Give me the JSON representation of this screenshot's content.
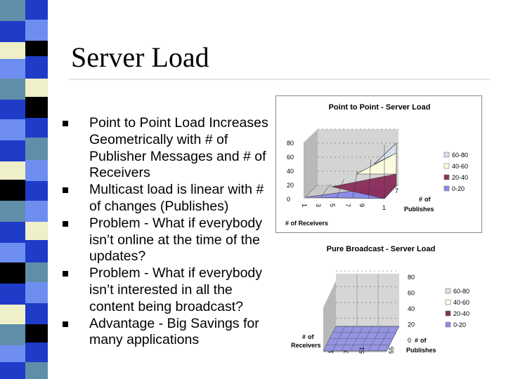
{
  "slide": {
    "title": "Server Load",
    "bullets": [
      "Point to Point Load Increases Geometrically with # of Publisher Messages and # of Receivers",
      "Multicast load is linear with # of changes (Publishes)",
      "Problem - What if everybody isn’t online at the time of the updates?",
      "Problem - What if everybody isn’t interested in all the content being broadcast?",
      "Advantage - Big Savings for many applications"
    ],
    "colors": {
      "strip_blue": "#1e3cc8",
      "strip_light_blue": "#6d8ef0",
      "strip_black": "#000000",
      "strip_teal": "#5f8fa8",
      "strip_cream": "#efefc8"
    }
  },
  "chart_data": [
    {
      "type": "surface3d",
      "title": "Point to Point - Server Load",
      "x_label": "# of Receivers",
      "x_ticks": [
        "1",
        "3",
        "5",
        "7",
        "9"
      ],
      "y_label": "# of Publishes",
      "y_ticks": [
        "1",
        "7"
      ],
      "z_ticks": [
        "0",
        "20",
        "40",
        "60",
        "80"
      ],
      "zlim": [
        0,
        80
      ],
      "legend": [
        {
          "label": "60-80",
          "color": "#d8e0f0"
        },
        {
          "label": "40-60",
          "color": "#fbfbe0"
        },
        {
          "label": "20-40",
          "color": "#8a2d5a"
        },
        {
          "label": "0-20",
          "color": "#8c8ce8"
        }
      ],
      "legend_position": "right"
    },
    {
      "type": "surface3d",
      "title": "Pure Broadcast - Server Load",
      "x_label": "# of Receivers",
      "x_ticks": [
        "1",
        "7",
        "51",
        "55"
      ],
      "y_label": "# of Publishes",
      "z_ticks": [
        "0",
        "20",
        "40",
        "60",
        "80"
      ],
      "zlim": [
        0,
        80
      ],
      "legend": [
        {
          "label": "60-80",
          "color": "#d8e0f0"
        },
        {
          "label": "40-60",
          "color": "#fbfbe0"
        },
        {
          "label": "20-40",
          "color": "#8a2d5a"
        },
        {
          "label": "0-20",
          "color": "#8c8ce8"
        }
      ],
      "legend_position": "right"
    }
  ]
}
